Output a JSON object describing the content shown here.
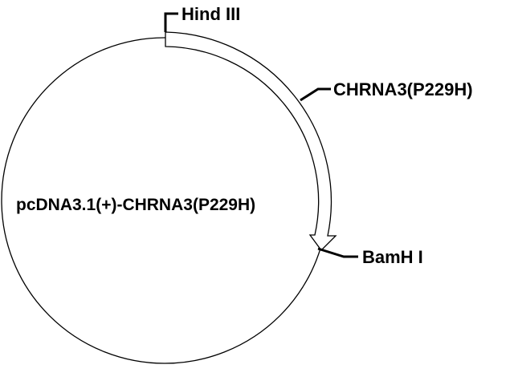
{
  "plasmid": {
    "name": "pcDNA3.1(+)-CHRNA3(P229H)",
    "insert": "CHRNA3(P229H)",
    "sites": {
      "start": "Hind III",
      "end": "BamH I"
    }
  },
  "colors": {
    "stroke": "#000000",
    "background": "#ffffff",
    "arrow_fill": "#ffffff"
  }
}
